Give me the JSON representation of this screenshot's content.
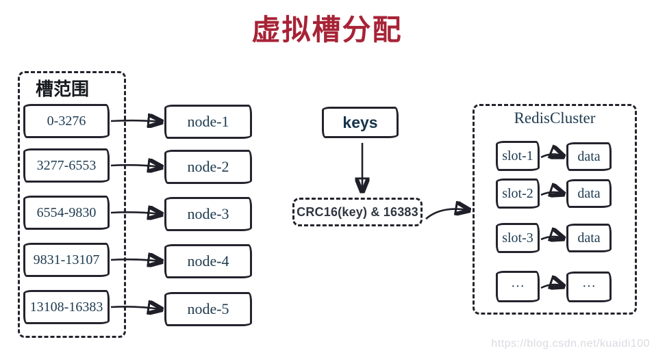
{
  "title": "虚拟槽分配",
  "colors": {
    "title_red": "#a72336",
    "ink": "#23232d",
    "text_navy": "#1e3a4f",
    "watermark_gray": "#d8dbe0"
  },
  "slot_ranges": {
    "label": "槽范围",
    "items": [
      "0-3276",
      "3277-6553",
      "6554-9830",
      "9831-13107",
      "13108-16383"
    ]
  },
  "nodes": [
    "node-1",
    "node-2",
    "node-3",
    "node-4",
    "node-5"
  ],
  "keys_label": "keys",
  "hash_formula": "CRC16(key) & 16383",
  "cluster": {
    "label": "RedisCluster",
    "slots": [
      "slot-1",
      "slot-2",
      "slot-3",
      "···"
    ],
    "data": [
      "data",
      "data",
      "data",
      "···"
    ]
  },
  "watermark": "https://blog.csdn.net/kuaidi100"
}
